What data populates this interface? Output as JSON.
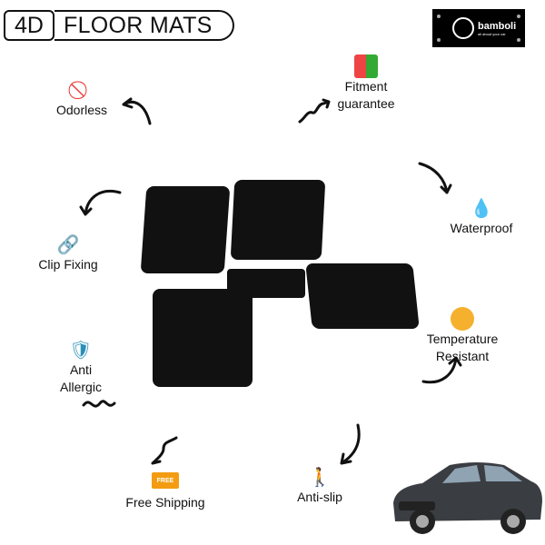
{
  "header": {
    "badge": "4D",
    "title": "FLOOR MATS"
  },
  "logo": {
    "name": "bamboli",
    "tagline": "all about your car"
  },
  "features": [
    {
      "label": "Odorless",
      "icon": "no-smell-icon"
    },
    {
      "label": "Fitment guarantee",
      "icon": "puzzle-icon"
    },
    {
      "label": "Waterproof",
      "icon": "water-drop-icon"
    },
    {
      "label": "Clip Fixing",
      "icon": "chain-link-icon"
    },
    {
      "label": "Temperature Resistant",
      "icon": "thermometer-icon"
    },
    {
      "label": "Anti Allergic",
      "icon": "shield-hands-icon"
    },
    {
      "label": "Free Shipping",
      "icon": "delivery-truck-icon"
    },
    {
      "label": "Anti-slip",
      "icon": "slipping-person-icon"
    }
  ],
  "truck_label": "FREE"
}
